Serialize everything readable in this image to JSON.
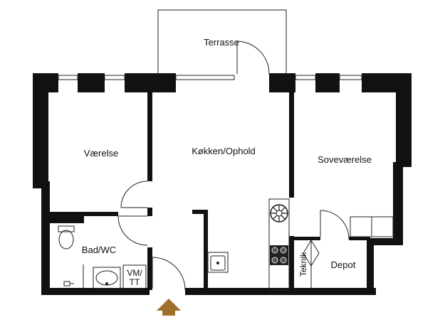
{
  "rooms": {
    "terrasse": "Terrasse",
    "vaerelse": "Værelse",
    "koekken": "Køkken/Ophold",
    "sovevaerelse": "Soveværelse",
    "bad": "Bad/WC",
    "vm_line1": "VM/",
    "vm_line2": "TT",
    "teknik": "Teknik",
    "depot": "Depot"
  },
  "colors": {
    "wall": "#111111",
    "thin_line": "#222222",
    "entrance_arrow": "#a0702a",
    "background": "#ffffff"
  },
  "icons": [
    "entrance-arrow-icon",
    "stove-icon",
    "range-hood-icon",
    "sink-icon",
    "toilet-icon",
    "washbasin-icon",
    "shower-icon"
  ]
}
